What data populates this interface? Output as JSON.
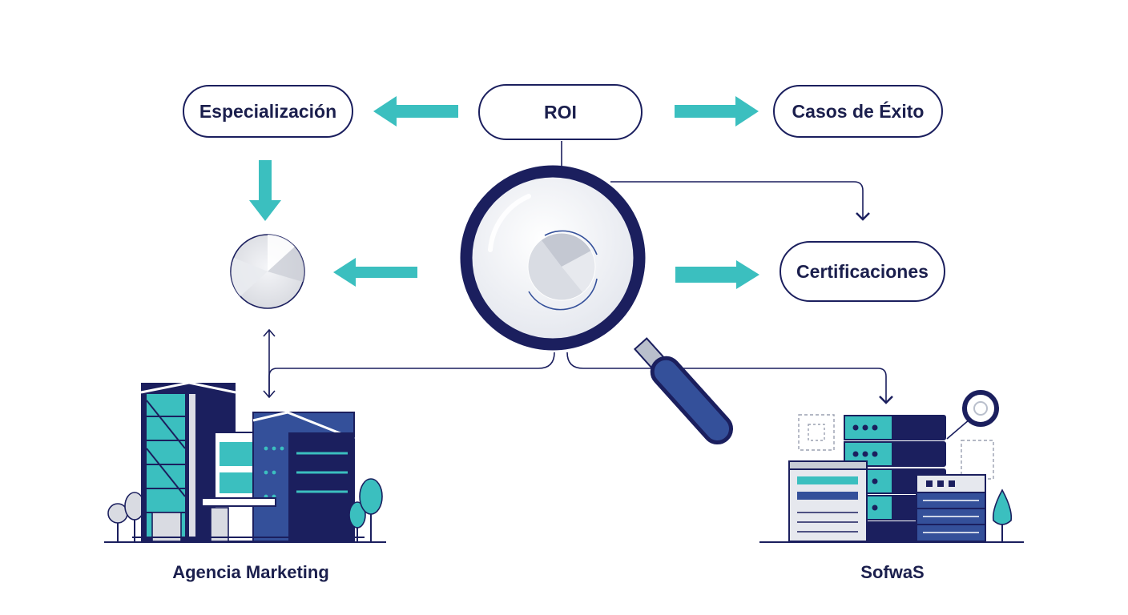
{
  "nodes": {
    "roi": "ROI",
    "especializacion": "Especialización",
    "casos_exito": "Casos de Éxito",
    "certificaciones": "Certificaciones"
  },
  "captions": {
    "agencia": "Agencia Marketing",
    "sofwas": "SofwaS"
  },
  "colors": {
    "navy": "#1b1f5e",
    "teal": "#3bbfbf",
    "steel_blue": "#34509a",
    "light_gray": "#e6e8ee",
    "text": "#1b1f4d"
  },
  "icons": [
    "magnifying-glass-icon",
    "pie-chart-icon",
    "office-building-icon",
    "server-stack-icon",
    "tree-icon",
    "ring-icon"
  ]
}
